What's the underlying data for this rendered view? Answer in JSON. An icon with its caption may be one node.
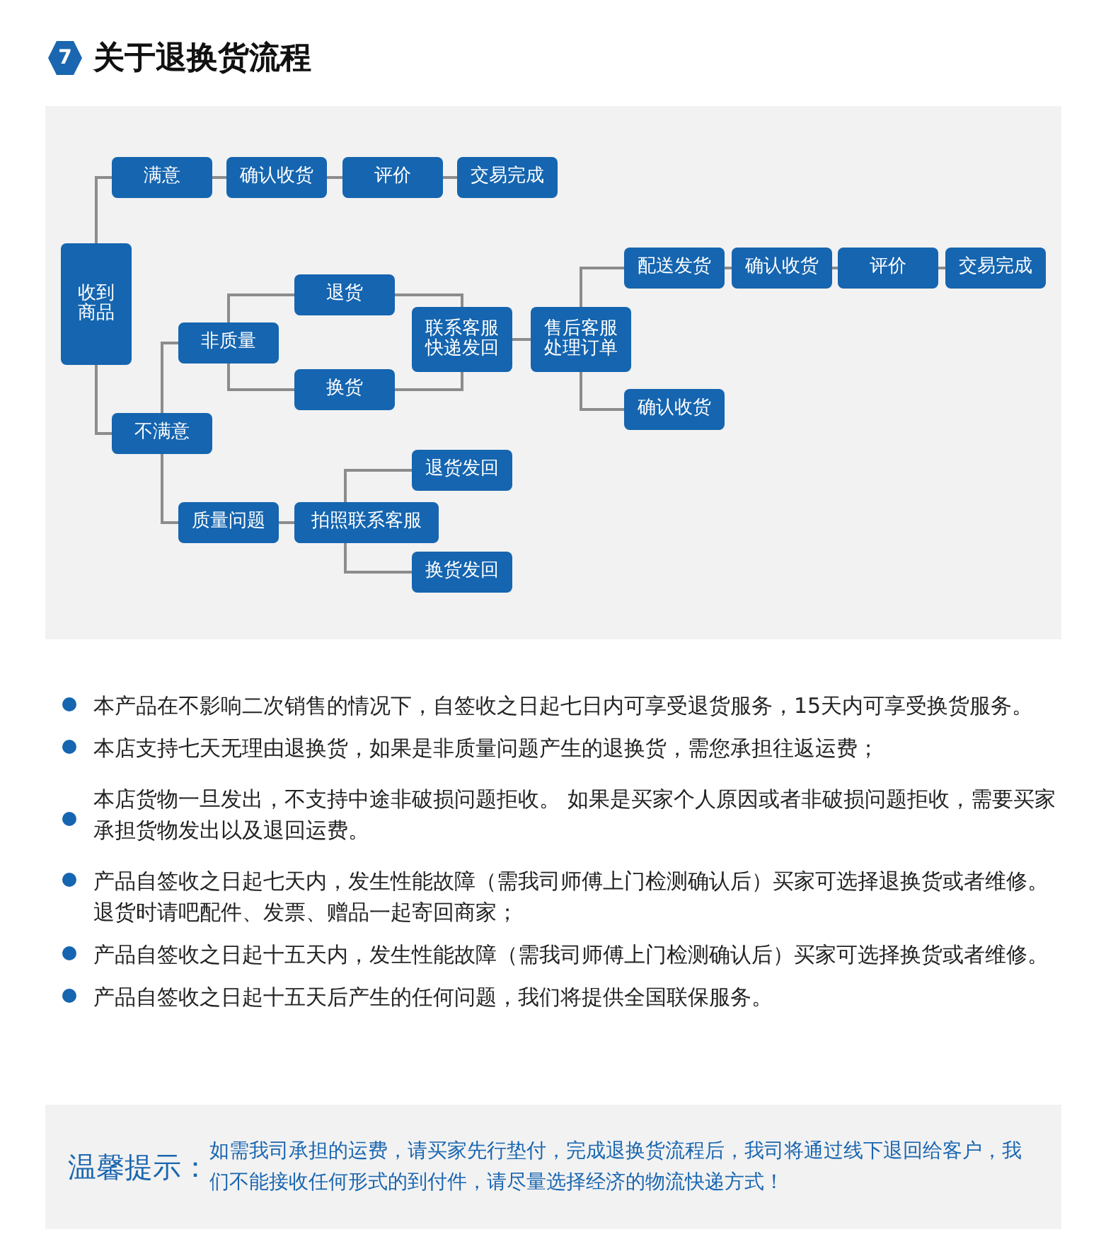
{
  "diagram": {
    "title": "关于退换货流程",
    "nodes": [
      {
        "text": [
          "收到商品"
        ]
      },
      {
        "text": [
          "满意"
        ]
      },
      {
        "text": [
          "确认收货"
        ]
      },
      {
        "text": [
          "评价"
        ]
      },
      {
        "text": [
          "交易完成"
        ]
      },
      {
        "text": [
          "不满意"
        ]
      },
      {
        "text": [
          "非质量"
        ]
      },
      {
        "text": [
          "退货"
        ]
      },
      {
        "text": [
          "换货"
        ]
      },
      {
        "text": [
          "联系客服快递发回"
        ]
      },
      {
        "text": [
          "售后客服处理订单"
        ]
      },
      {
        "text": [
          "配送发货"
        ]
      },
      {
        "text": [
          "确认收货"
        ]
      },
      {
        "text": [
          "评价"
        ]
      },
      {
        "text": [
          "交易完成"
        ]
      },
      {
        "text": [
          "确认收货"
        ]
      },
      {
        "text": [
          "质量问题"
        ]
      },
      {
        "text": [
          "拍照联系客服"
        ]
      },
      {
        "text": [
          "退货发回"
        ]
      },
      {
        "text": [
          "换货发回"
        ]
      }
    ],
    "edges": [
      {
        "from": 0,
        "to": 1,
        "arrow": "none"
      },
      {
        "from": 1,
        "to": 2,
        "arrow": "none"
      },
      {
        "from": 2,
        "to": 3,
        "arrow": "none"
      },
      {
        "from": 3,
        "to": 4,
        "arrow": "none"
      },
      {
        "from": 0,
        "to": 5,
        "arrow": "none"
      },
      {
        "from": 5,
        "to": 6,
        "arrow": "none"
      },
      {
        "from": 5,
        "to": 16,
        "arrow": "none"
      },
      {
        "from": 6,
        "to": 7,
        "arrow": "none"
      },
      {
        "from": 6,
        "to": 8,
        "arrow": "none"
      },
      {
        "from": 7,
        "to": 9,
        "arrow": "none"
      },
      {
        "from": 8,
        "to": 9,
        "arrow": "none"
      },
      {
        "from": 9,
        "to": 10,
        "arrow": "none"
      },
      {
        "from": 10,
        "to": 11,
        "arrow": "none"
      },
      {
        "from": 10,
        "to": 15,
        "arrow": "none"
      },
      {
        "from": 11,
        "to": 12,
        "arrow": "none"
      },
      {
        "from": 12,
        "to": 13,
        "arrow": "none"
      },
      {
        "from": 13,
        "to": 14,
        "arrow": "none"
      },
      {
        "from": 16,
        "to": 17,
        "arrow": "none"
      },
      {
        "from": 17,
        "to": 18,
        "arrow": "none"
      },
      {
        "from": 17,
        "to": 19,
        "arrow": "none"
      }
    ],
    "labels": [
      "7",
      "本产品在不影响二次销售的情况下，自签收之日起七日内可享受退货服务，15天内可享受换货服务。",
      "本店支持七天无理由退换货，如果是非质量问题产生的退换货，需您承担往返运费；",
      "本店货物一旦发出，不支持中途非破损问题拒收。 如果是买家个人原因或者非破损问题拒收，需要买家承担货物发出以及退回运费。",
      "产品自签收之日起七天内，发生性能故障（需我司师傅上门检测确认后）买家可选择退换货或者维修。退货时请吧配件、发票、赠品一起寄回商家；",
      "产品自签收之日起十五天内，发生性能故障（需我司师傅上门检测确认后）买家可选择换货或者维修。",
      "产品自签收之日起十五天后产生的任何问题，我们将提供全国联保服务。",
      "温馨提示：",
      "如需我司承担的运费，请买家先行垫付，完成退换货流程后，我司将通过线下退回给客户，我们不能接收任何形式的到付件，请尽量选择经济的物流快递方式！"
    ]
  }
}
